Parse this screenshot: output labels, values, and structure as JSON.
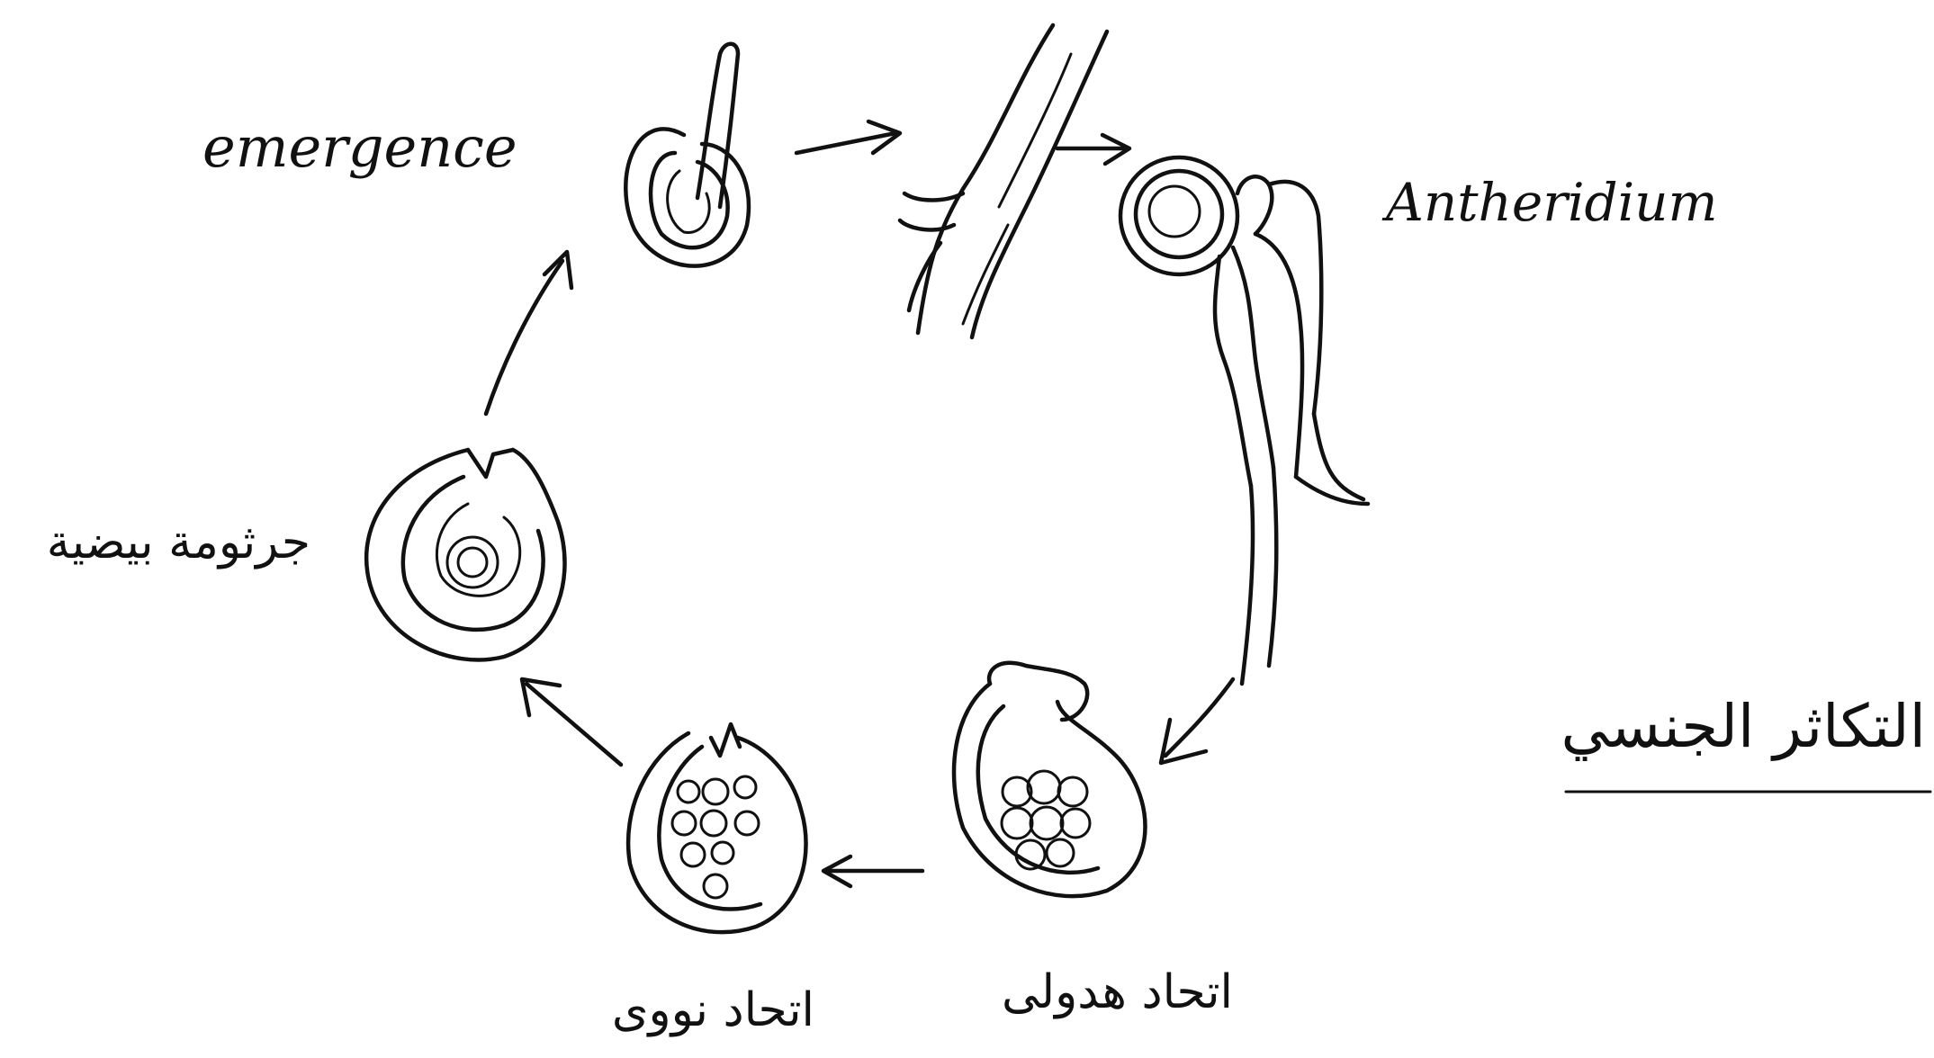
{
  "diagram": {
    "labels": {
      "emergence": "emergence",
      "antheridium": "Antheridium",
      "oospore": "جرثومة بيضية",
      "title": "التكاثر الجنسي",
      "male_fertilization": "اتحاد هدولى",
      "nuclear_fusion": "اتحاد نووى"
    },
    "ink_color": "#111111",
    "background_color": "#ffffff"
  }
}
